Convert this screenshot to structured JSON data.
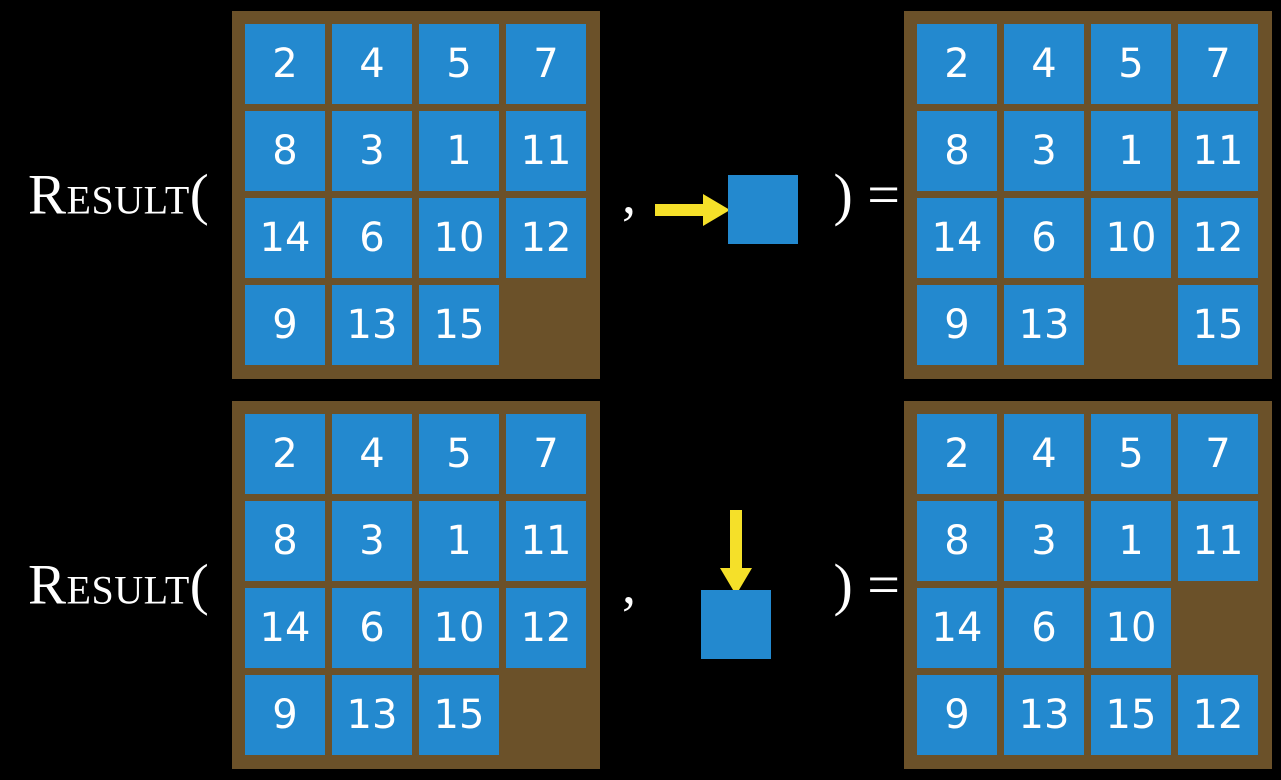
{
  "background_color": "#000000",
  "colors": {
    "tile": "#2389cf",
    "board": "#6b5129",
    "arrow": "#f5e029",
    "text": "#ffffff"
  },
  "rows": [
    {
      "label": "Result(",
      "comma": ",",
      "paren_equals": ") =",
      "move_direction": "right",
      "arrow_icon": "arrow-right-icon",
      "input_grid": [
        [
          "2",
          "4",
          "5",
          "7"
        ],
        [
          "8",
          "3",
          "1",
          "11"
        ],
        [
          "14",
          "6",
          "10",
          "12"
        ],
        [
          "9",
          "13",
          "15",
          ""
        ]
      ],
      "output_grid": [
        [
          "2",
          "4",
          "5",
          "7"
        ],
        [
          "8",
          "3",
          "1",
          "11"
        ],
        [
          "14",
          "6",
          "10",
          "12"
        ],
        [
          "9",
          "13",
          "",
          "15"
        ]
      ]
    },
    {
      "label": "Result(",
      "comma": ",",
      "paren_equals": ") =",
      "move_direction": "down",
      "arrow_icon": "arrow-down-icon",
      "input_grid": [
        [
          "2",
          "4",
          "5",
          "7"
        ],
        [
          "8",
          "3",
          "1",
          "11"
        ],
        [
          "14",
          "6",
          "10",
          "12"
        ],
        [
          "9",
          "13",
          "15",
          ""
        ]
      ],
      "output_grid": [
        [
          "2",
          "4",
          "5",
          "7"
        ],
        [
          "8",
          "3",
          "1",
          "11"
        ],
        [
          "14",
          "6",
          "10",
          ""
        ],
        [
          "9",
          "13",
          "15",
          "12"
        ]
      ]
    }
  ]
}
